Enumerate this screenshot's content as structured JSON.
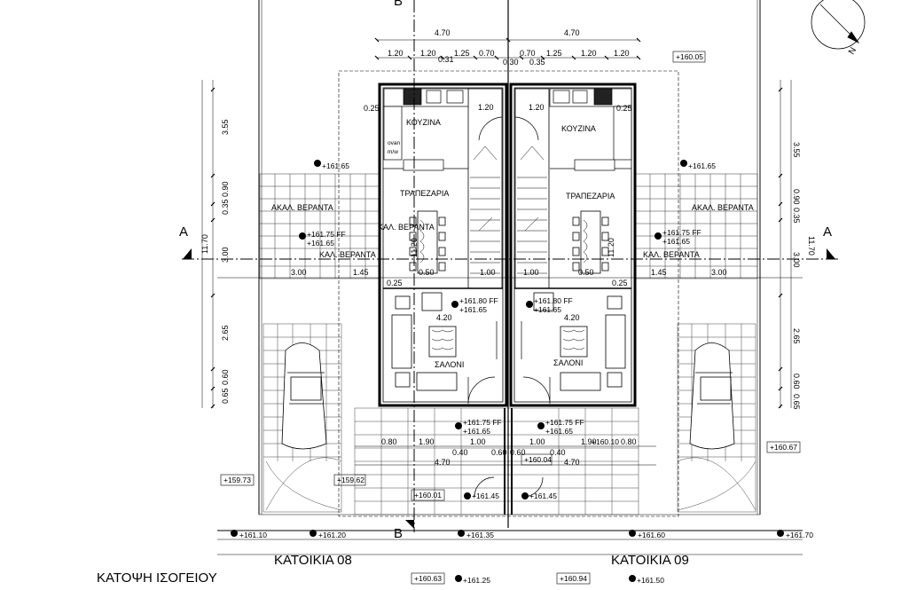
{
  "drawing": {
    "title": "ΚΑΤΟΨΗ ΙΣΟΓΕΙΟΥ",
    "units": {
      "left_name": "ΚΑΤΟΙΚΙΑ 08",
      "right_name": "ΚΑΤΟΙΚΙΑ 09"
    },
    "section_marks": {
      "a": "A",
      "b": "B"
    },
    "north_label": "N"
  },
  "rooms": {
    "kitchen": "ΚΟΥΖΙΝΑ",
    "dining": "ΤΡΑΠΕΖΑΡΙΑ",
    "living": "ΣΑΛΟΝΙ",
    "open_veranda": "ΑΚΑΛ. ΒΕΡΑΝΤΑ",
    "covered_veranda": "ΚΑΛ. ΒΕΡΑΝΤΑ",
    "oven": "ovan",
    "microwave": "m/w"
  },
  "dimensions": {
    "top_total": "4.70",
    "top_left": [
      "1.20",
      "1.20",
      "1.25",
      "0.70"
    ],
    "top_right": [
      "0.70",
      "1.25",
      "1.20",
      "1.20"
    ],
    "top_small": [
      "0.31",
      "0.30",
      "0.35"
    ],
    "vertical": [
      "3.55",
      "0.90",
      "0.35",
      "3.00",
      "2.65",
      "0.60",
      "0.65"
    ],
    "overall_depth": "11.70",
    "horizontal_mid": [
      "3.00",
      "1.45",
      "1.00",
      "1.00",
      "1.45",
      "3.00"
    ],
    "stair": "11.20",
    "misc_025": "0.25",
    "misc_050": "0.50",
    "misc_120": "1.20",
    "living_width": "4.20",
    "bottom": [
      "0.80",
      "1.90",
      "1.00",
      "1.00",
      "1.90",
      "0.80"
    ],
    "bottom_small": [
      "0.40",
      "0.60",
      "0.60",
      "0.40"
    ],
    "bottom_total": "4.70"
  },
  "levels": {
    "top_right": "+160.05",
    "veranda_left": "+161.65",
    "veranda_right": "+161.65",
    "veranda_ff": "+161.75 FF",
    "veranda_ff2": "+161.65",
    "living_ff": "+161.80 FF",
    "living_ff2": "+161.65",
    "entry_ff": "+161.75 FF",
    "entry_ff2": "+161.65",
    "porch_left": "+160.04",
    "porch_right": "+160.10",
    "right_edge": "+160.67",
    "left_edge": "+159.73",
    "left_inner": "+159.62",
    "gate_center": "+160.01",
    "gate_left": "+161.45",
    "gate_right": "+161.45",
    "street": [
      "+161.10",
      "+161.20",
      "+161.35",
      "+161.60",
      "+161.70"
    ],
    "bottom_row": [
      "+160.63",
      "+161.25",
      "+160.94",
      "+161.50"
    ]
  }
}
